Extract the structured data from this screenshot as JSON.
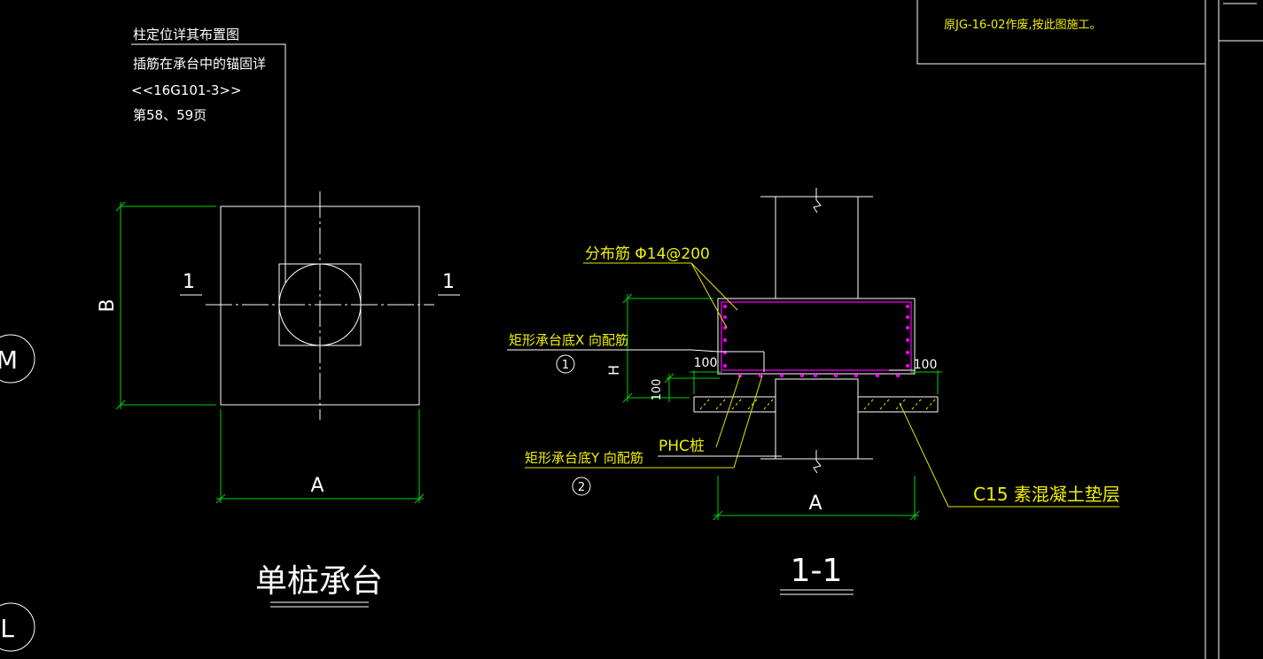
{
  "colors": {
    "background": "#000000",
    "line": "#ffffff",
    "dimension": "#00d400",
    "leader": "#e6e600",
    "rebar": "#ff00ff"
  },
  "top_note": "原JG-16-02作废,按此图施工。",
  "plan": {
    "note_lines": [
      "柱定位详其布置图",
      "插筋在承台中的锚固详",
      "<<16G101-3>>",
      "第58、59页"
    ],
    "section_mark_left": "1",
    "section_mark_right": "1",
    "dim_b": "B",
    "dim_a": "A",
    "title": "单桩承台"
  },
  "section": {
    "label_dist_bar": "分布筋 Φ14@200",
    "label_x_bar": "矩形承台底X 向配筋",
    "circle_1": "1",
    "label_y_bar": "矩形承台底Y 向配筋",
    "circle_2": "2",
    "label_pile": "PHC桩",
    "label_cushion": "C15 素混凝土垫层",
    "dim_h": "H",
    "dim_100_left": "100",
    "dim_100_right": "100",
    "dim_100_vert": "100",
    "dim_a": "A",
    "title": "1-1"
  },
  "axis_bubbles": [
    "M",
    "L"
  ]
}
